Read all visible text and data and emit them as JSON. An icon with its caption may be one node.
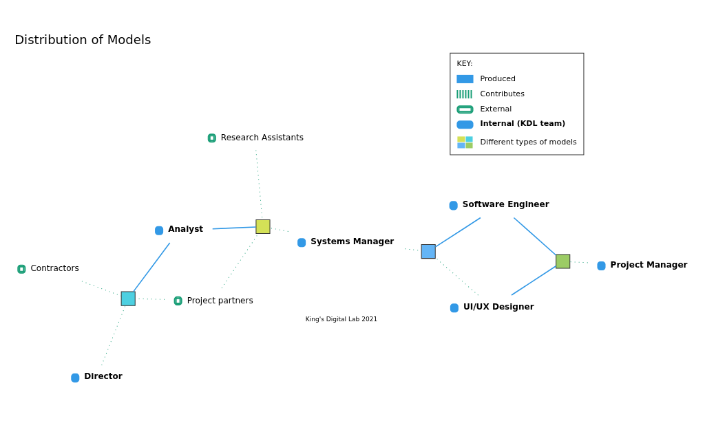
{
  "diagram": {
    "title": "Distribution of Models",
    "nodes": [
      {
        "text": [
          "Project partners"
        ]
      },
      {
        "text": [
          "Research Assistants"
        ]
      },
      {
        "text": [
          "Contractors"
        ]
      },
      {
        "text": [
          "Analyst"
        ]
      },
      {
        "text": [
          "Director"
        ]
      },
      {
        "text": [],
        "shape": "box"
      },
      {
        "text": [],
        "shape": "box"
      },
      {
        "text": [],
        "shape": "box"
      },
      {
        "text": [],
        "shape": "box"
      },
      {
        "text": [
          "Systems Manager"
        ]
      },
      {
        "text": [
          "UI/UX Designer"
        ]
      },
      {
        "text": [
          "Software Engineer"
        ]
      },
      {
        "text": [
          "Project Manager"
        ]
      }
    ],
    "edges": [
      {
        "from": 0,
        "to": 5,
        "arrow": "none",
        "style": "dashed"
      },
      {
        "from": 0,
        "to": 6,
        "arrow": "none",
        "style": "dashed"
      },
      {
        "from": 1,
        "to": 5,
        "arrow": "none",
        "style": "dashed"
      },
      {
        "from": 2,
        "to": 6,
        "arrow": "none",
        "style": "dashed"
      },
      {
        "from": 3,
        "to": 5,
        "arrow": "none",
        "color": "#3399e6"
      },
      {
        "from": 3,
        "to": 6,
        "arrow": "none",
        "color": "#3399e6"
      },
      {
        "from": 4,
        "to": 6,
        "arrow": "none",
        "style": "dashed"
      },
      {
        "from": 9,
        "to": 5,
        "arrow": "none",
        "style": "dashed"
      },
      {
        "from": 9,
        "to": 7,
        "arrow": "none",
        "style": "dashed"
      },
      {
        "from": 10,
        "to": 8,
        "arrow": "none",
        "color": "#3399e6"
      },
      {
        "from": 10,
        "to": 7,
        "arrow": "none",
        "style": "dashed"
      },
      {
        "from": 11,
        "to": 7,
        "arrow": "none",
        "color": "#3399e6"
      },
      {
        "from": 11,
        "to": 8,
        "arrow": "none",
        "color": "#3399e6"
      },
      {
        "from": 12,
        "to": 8,
        "arrow": "none",
        "style": "dashed"
      }
    ],
    "labels": [
      "KEY:",
      "King's Digital Lab 2021"
    ],
    "legend": [
      {
        "text": "Produced"
      },
      {
        "text": "Contributes"
      },
      {
        "text": "External"
      },
      {
        "text": "Internal (KDL team)"
      },
      {
        "text": "Different types of models"
      }
    ]
  }
}
